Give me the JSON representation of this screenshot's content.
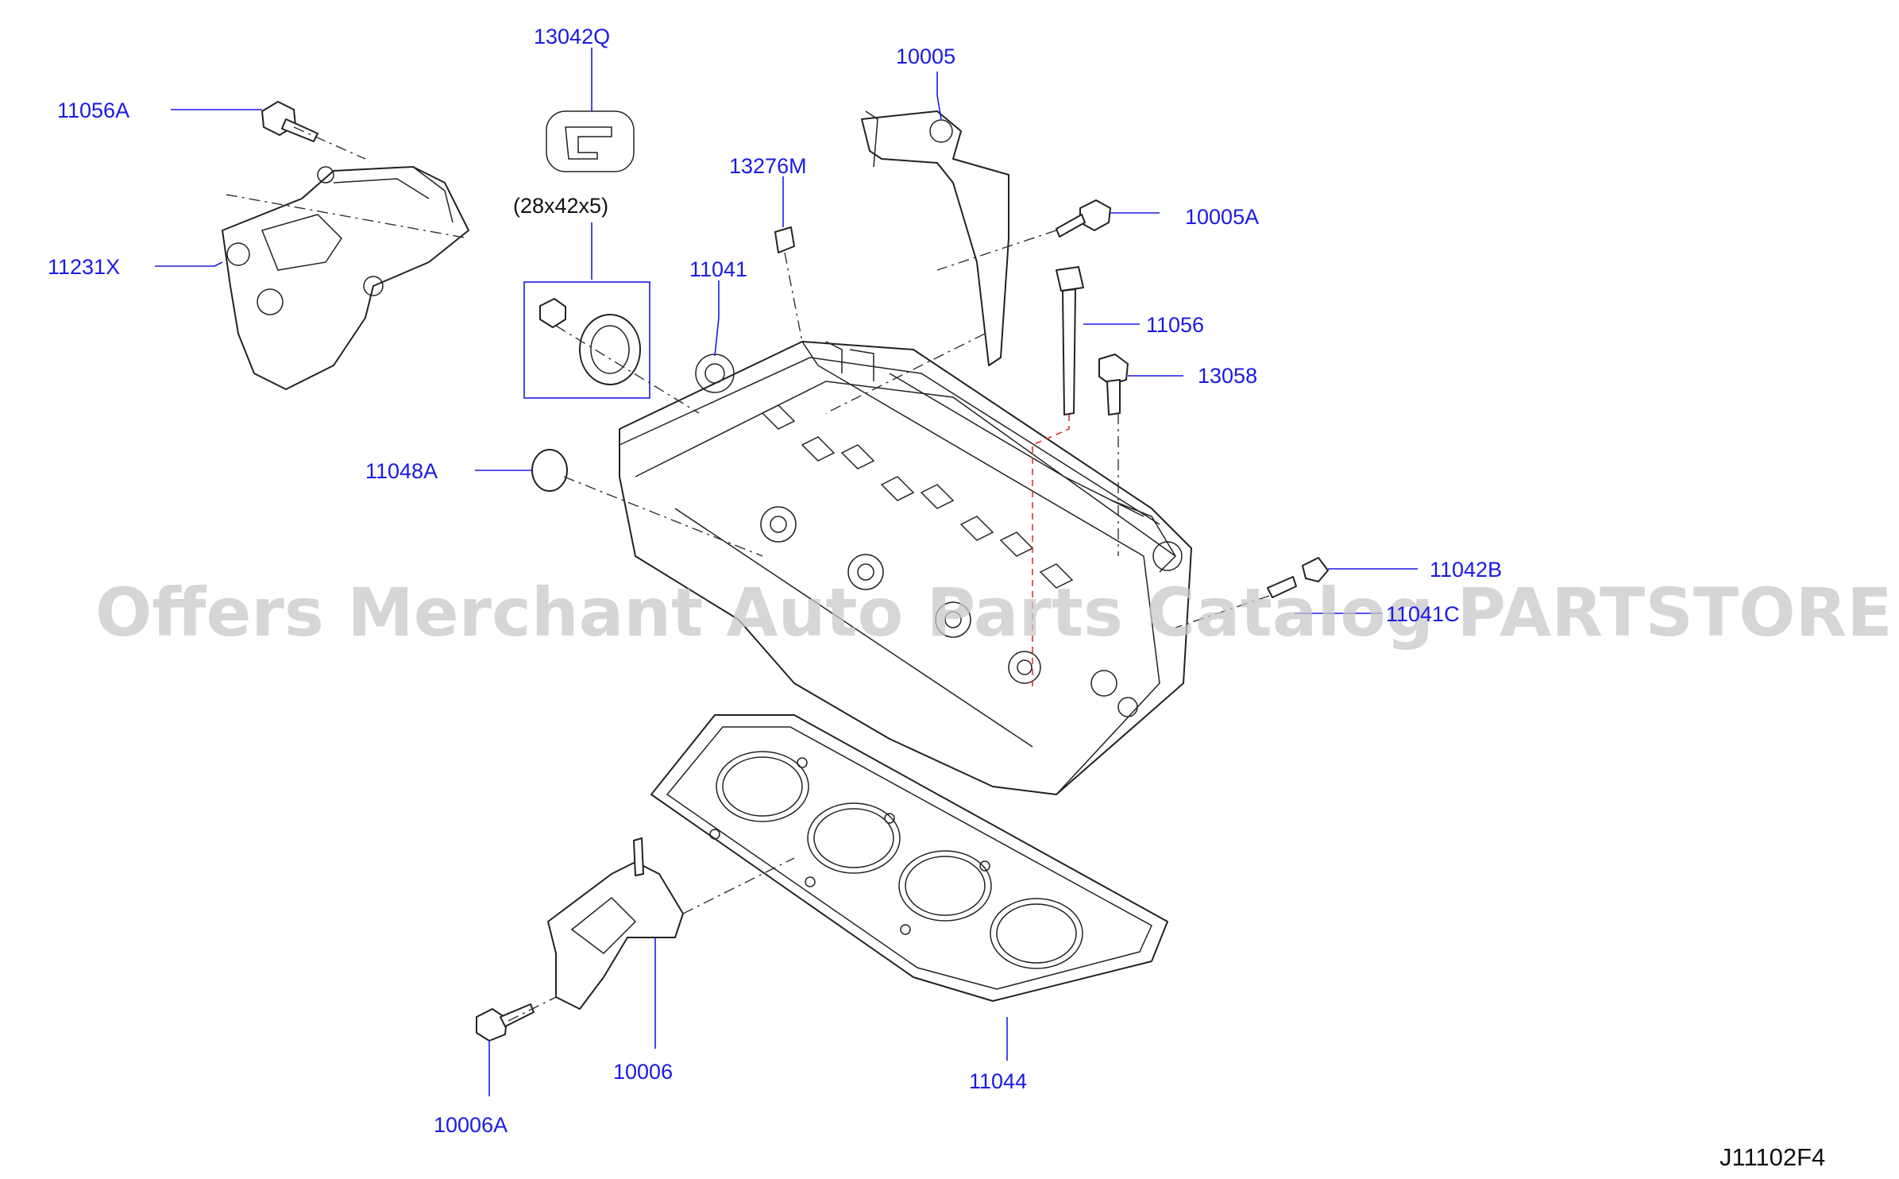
{
  "labels": {
    "p13042Q": "13042Q",
    "p10005": "10005",
    "p11056A": "11056A",
    "p13276M": "13276M",
    "p10005A": "10005A",
    "p11231X": "11231X",
    "p11041": "11041",
    "p11056": "11056",
    "p13058": "13058",
    "p11048A": "11048A",
    "p11042B": "11042B",
    "p11041C": "11041C",
    "p10006": "10006",
    "p11044": "11044",
    "p10006A": "10006A"
  },
  "seal_size": "(28x42x5)",
  "diagram_code": "J11102F4",
  "watermark": "Offers Merchant Auto Parts Catalog PARTSTORE.SA",
  "colors": {
    "label": "#1a1ae6",
    "line_art": "#222222",
    "watermark": "#c8c8c8"
  }
}
